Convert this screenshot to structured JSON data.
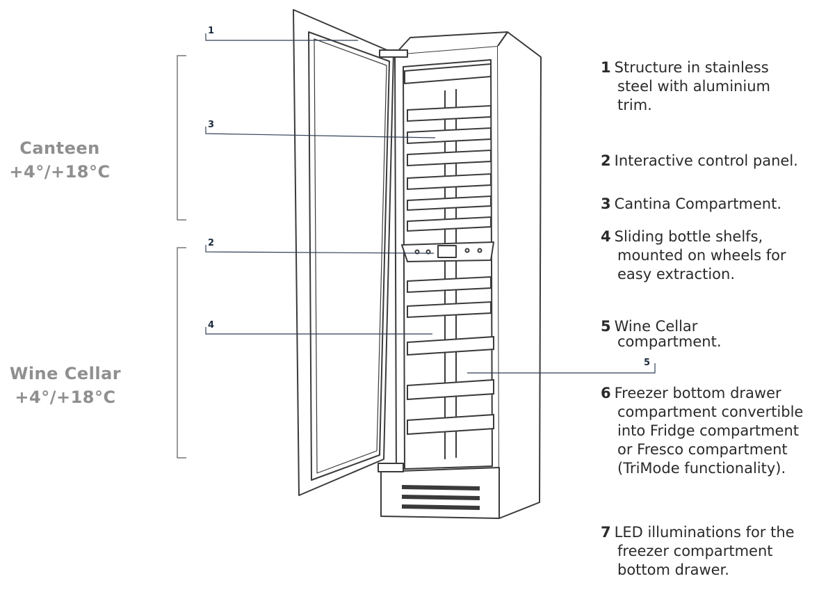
{
  "zones": [
    {
      "name_line1": "Canteen",
      "name_line2": "+4°/+18°C"
    },
    {
      "name_line1": "Wine Cellar",
      "name_line2": "+4°/+18°C"
    }
  ],
  "callouts": [
    "1",
    "3",
    "2",
    "4",
    "5"
  ],
  "descriptions": [
    {
      "num": "1",
      "lines": [
        "Structure in stainless",
        "steel with aluminium",
        "trim."
      ]
    },
    {
      "num": "2",
      "lines": [
        "Interactive control panel."
      ]
    },
    {
      "num": "3",
      "lines": [
        "Cantina Compartment."
      ]
    },
    {
      "num": "4",
      "lines": [
        "Sliding bottle shelfs,",
        "mounted on wheels for",
        "easy extraction."
      ]
    },
    {
      "num": "5",
      "lines": [
        "Wine Cellar",
        "compartment."
      ]
    },
    {
      "num": "6",
      "lines": [
        "Freezer bottom drawer",
        "compartment convertible",
        "into Fridge compartment",
        "or Fresco compartment",
        "(TriMode functionality)."
      ]
    },
    {
      "num": "7",
      "lines": [
        "LED illuminations for the",
        "freezer compartment",
        "bottom drawer."
      ]
    }
  ],
  "colors": {
    "zone_label": "#8f8f8f",
    "line": "#2f3f55",
    "bracket": "#777777",
    "outline": "#3a3a3a"
  }
}
